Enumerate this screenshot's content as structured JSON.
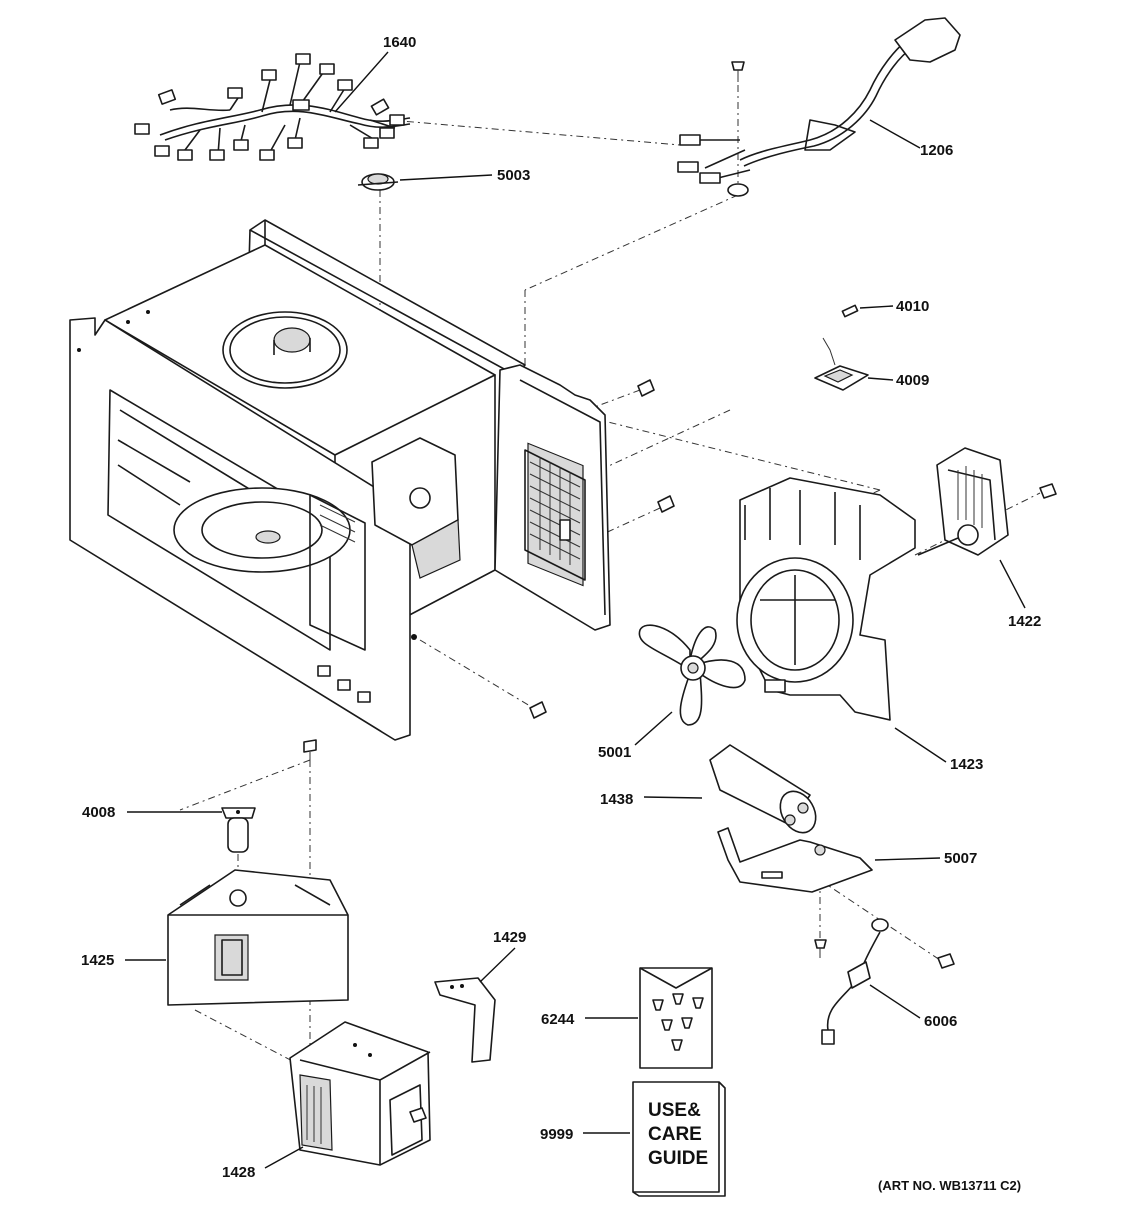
{
  "diagram": {
    "callouts": [
      {
        "id": "1640",
        "text": "1640"
      },
      {
        "id": "1206",
        "text": "1206"
      },
      {
        "id": "5003",
        "text": "5003"
      },
      {
        "id": "4010",
        "text": "4010"
      },
      {
        "id": "4009",
        "text": "4009"
      },
      {
        "id": "1422",
        "text": "1422"
      },
      {
        "id": "5001",
        "text": "5001"
      },
      {
        "id": "1423",
        "text": "1423"
      },
      {
        "id": "1438",
        "text": "1438"
      },
      {
        "id": "5007",
        "text": "5007"
      },
      {
        "id": "4008",
        "text": "4008"
      },
      {
        "id": "1425",
        "text": "1425"
      },
      {
        "id": "1429",
        "text": "1429"
      },
      {
        "id": "6244",
        "text": "6244"
      },
      {
        "id": "6006",
        "text": "6006"
      },
      {
        "id": "9999",
        "text": "9999"
      },
      {
        "id": "1428",
        "text": "1428"
      }
    ],
    "guide_lines": [
      "USE&",
      "CARE",
      "GUIDE"
    ],
    "art_number": "(ART NO. WB13711 C2)"
  }
}
